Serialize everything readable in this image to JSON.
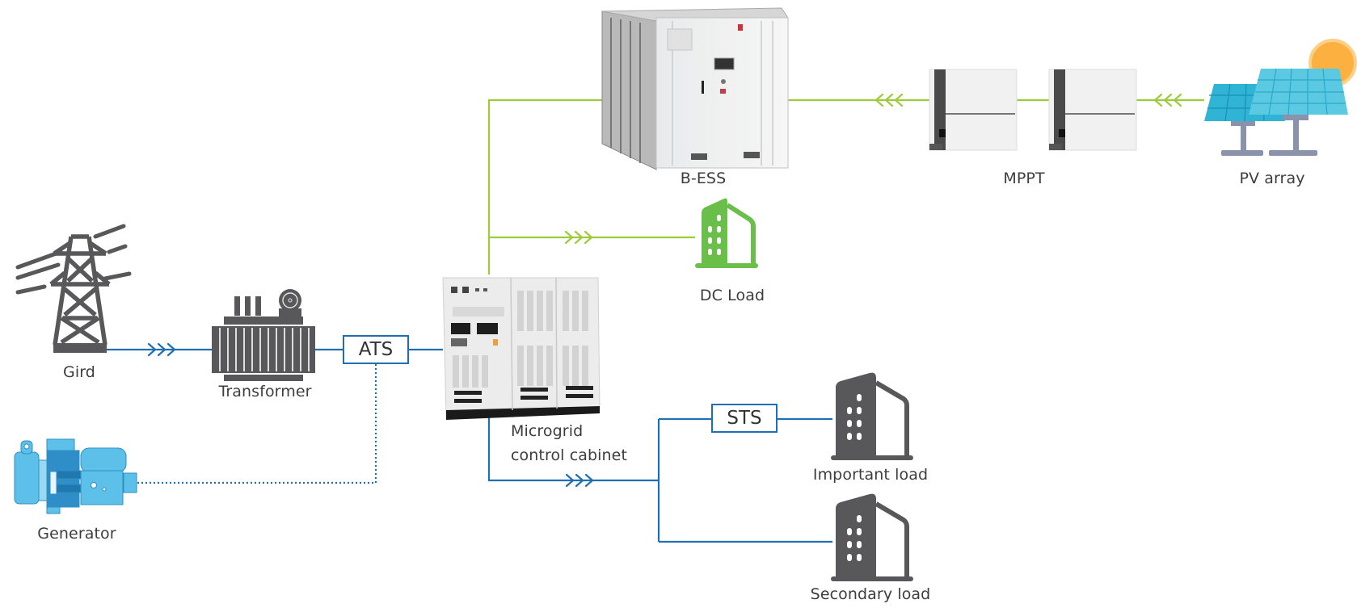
{
  "diagram": {
    "title": "Microgrid system topology",
    "colors": {
      "ac_line": "#1f6fb2",
      "dc_line": "#9ccb3b",
      "icon_dark": "#58585a",
      "dc_load_green": "#6abf4b",
      "generator_blue": "#4fb3e0",
      "pv_panel": "#45bcd9",
      "sun": "#fbb040"
    },
    "nodes": {
      "grid": {
        "label": "Gird",
        "icon": "transmission-tower-icon"
      },
      "transformer": {
        "label": "Transformer",
        "icon": "transformer-icon"
      },
      "ats": {
        "label": "ATS"
      },
      "generator": {
        "label": "Generator",
        "icon": "generator-icon"
      },
      "cabinet": {
        "label_line1": "Microgrid",
        "label_line2": "control cabinet",
        "icon": "control-cabinet-icon"
      },
      "bess": {
        "label": "B-ESS",
        "icon": "battery-container-icon"
      },
      "dc_load": {
        "label": "DC Load",
        "icon": "building-icon"
      },
      "mppt": {
        "label": "MPPT",
        "icon": "mppt-unit-icon"
      },
      "pv": {
        "label": "PV array",
        "icon": "solar-panel-icon"
      },
      "sts": {
        "label": "STS"
      },
      "important_load": {
        "label": "Important load",
        "icon": "building-icon"
      },
      "secondary_load": {
        "label": "Secondary load",
        "icon": "building-icon"
      }
    },
    "connections": [
      {
        "from": "grid",
        "to": "transformer",
        "type": "ac",
        "arrow": "forward"
      },
      {
        "from": "transformer",
        "to": "ats",
        "type": "ac"
      },
      {
        "from": "generator",
        "to": "ats",
        "type": "ac-dotted"
      },
      {
        "from": "ats",
        "to": "cabinet",
        "type": "ac"
      },
      {
        "from": "cabinet",
        "to": "bess",
        "type": "dc"
      },
      {
        "from": "cabinet",
        "to": "dc_load",
        "type": "dc",
        "arrow": "forward"
      },
      {
        "from": "mppt",
        "to": "bess",
        "type": "dc",
        "arrow": "forward"
      },
      {
        "from": "pv",
        "to": "mppt",
        "type": "dc",
        "arrow": "forward"
      },
      {
        "from": "cabinet",
        "to": "sts",
        "type": "ac",
        "arrow": "forward"
      },
      {
        "from": "sts",
        "to": "important_load",
        "type": "ac"
      },
      {
        "from": "cabinet",
        "to": "secondary_load",
        "type": "ac"
      }
    ]
  }
}
